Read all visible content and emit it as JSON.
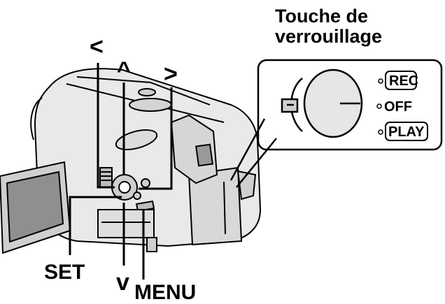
{
  "labels": {
    "lock_key_line1": "Touche de",
    "lock_key_line2": "verrouillage",
    "left": "<",
    "up": "^",
    "right": ">",
    "down": "v",
    "set": "SET",
    "menu": "MENU"
  },
  "modes": {
    "rec": "REC",
    "off": "OFF",
    "play": "PLAY"
  }
}
